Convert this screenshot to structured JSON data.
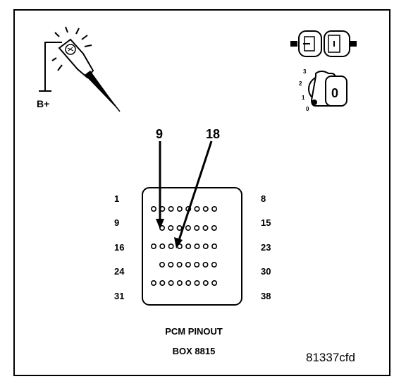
{
  "icons": {
    "test_light": "test-light-probe-icon",
    "battery_ref_label": "B+",
    "connector": "connector-icon",
    "ignition": "ignition-key-icon",
    "ignition_key_text": "0",
    "ignition_positions": [
      "3",
      "2",
      "1",
      "0"
    ]
  },
  "callouts": {
    "pin_a": "9",
    "pin_b": "18"
  },
  "connector": {
    "rows": [
      {
        "left": "1",
        "right": "8",
        "pins": 8
      },
      {
        "left": "9",
        "right": "15",
        "pins": 7
      },
      {
        "left": "16",
        "right": "23",
        "pins": 8
      },
      {
        "left": "24",
        "right": "30",
        "pins": 7
      },
      {
        "left": "31",
        "right": "38",
        "pins": 8
      }
    ]
  },
  "caption": {
    "line1": "PCM PINOUT",
    "line2": "BOX 8815"
  },
  "figure_id": "81337cfd"
}
